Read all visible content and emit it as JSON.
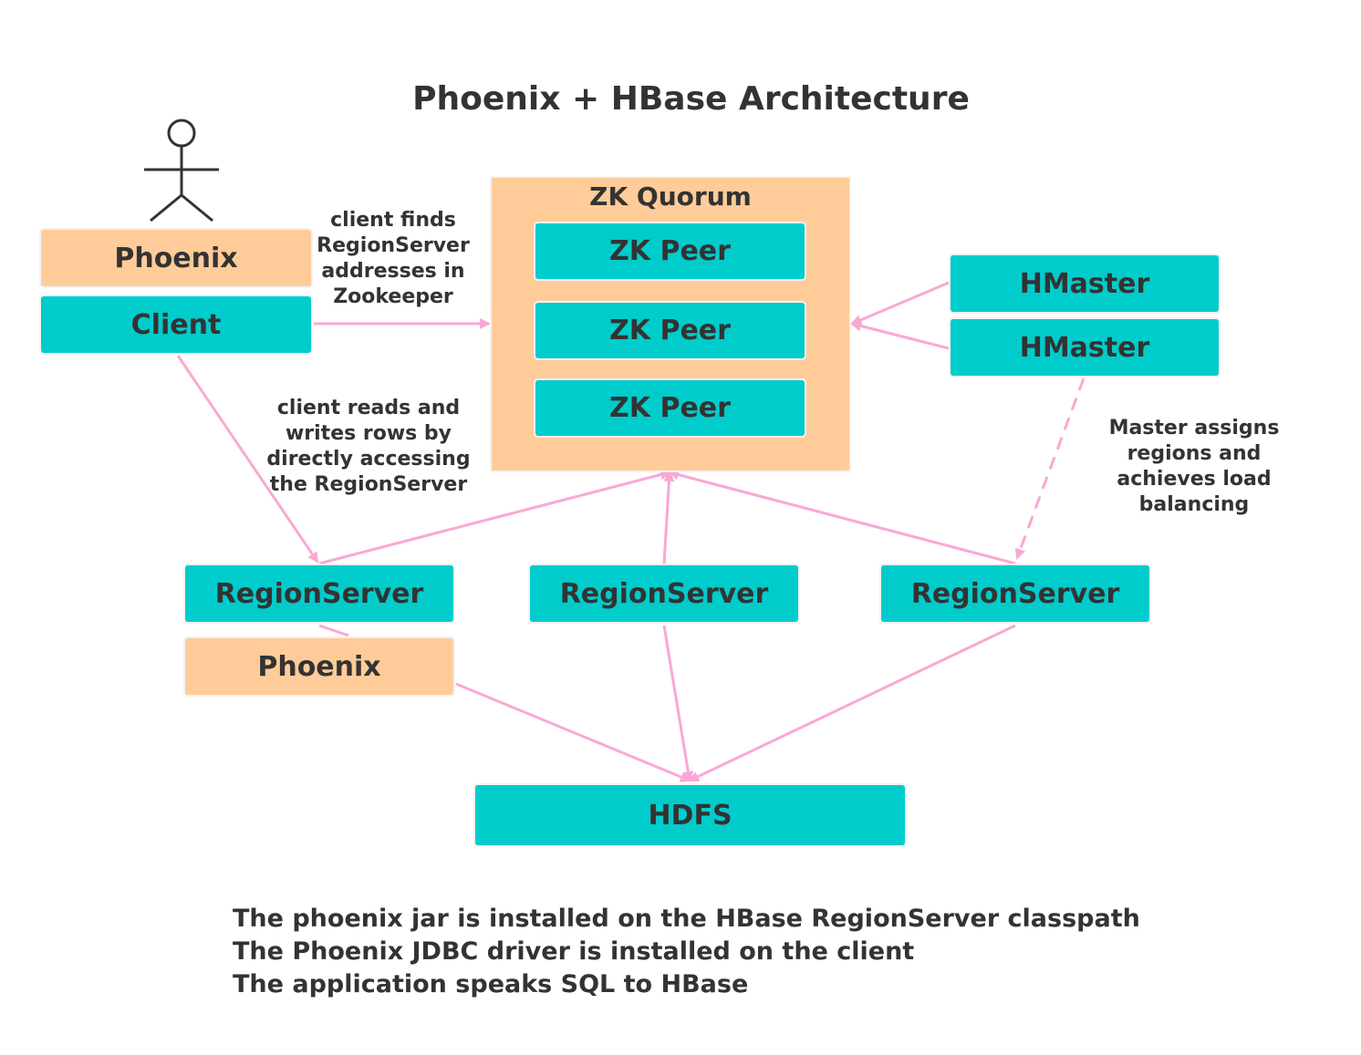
{
  "title": "Phoenix + HBase Architecture",
  "colors": {
    "teal": "#00cccc",
    "peach": "#ffcc99",
    "edge": "#f9a8d4"
  },
  "actor": {
    "icon": "person-icon"
  },
  "nodes": {
    "client_phoenix": "Phoenix",
    "client": "Client",
    "zk_quorum": "ZK Quorum",
    "zk_peer_1": "ZK Peer",
    "zk_peer_2": "ZK Peer",
    "zk_peer_3": "ZK Peer",
    "hmaster_1": "HMaster",
    "hmaster_2": "HMaster",
    "regionserver_1": "RegionServer",
    "regionserver_2": "RegionServer",
    "regionserver_3": "RegionServer",
    "rs_phoenix": "Phoenix",
    "hdfs": "HDFS"
  },
  "edge_labels": {
    "client_to_zk": "client finds\nRegionServer\naddresses in\nZookeeper",
    "client_to_rs": "client reads and\nwrites rows by\ndirectly accessing\nthe RegionServer",
    "master_to_rs": "Master assigns\nregions and\nachieves load\nbalancing"
  },
  "footer": [
    "The phoenix jar is installed on the HBase RegionServer classpath",
    "The Phoenix JDBC driver is installed on the client",
    "The application speaks SQL to HBase"
  ]
}
